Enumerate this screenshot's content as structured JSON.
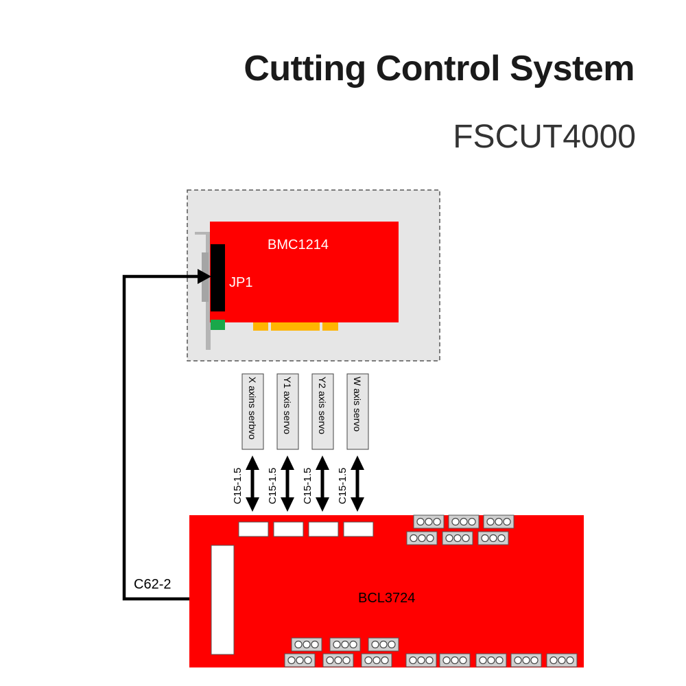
{
  "header": {
    "title": "Cutting Control System",
    "subtitle": "FSCUT4000"
  },
  "pc_card": {
    "name": "BMC1214",
    "connector": "JP1"
  },
  "main_board": {
    "name": "BCL3724"
  },
  "main_cable": {
    "label": "C62-2"
  },
  "servos": [
    {
      "label": "X axins serbvo",
      "cable": "C15-1.5"
    },
    {
      "label": "Y1 axis servo",
      "cable": "C15-1.5"
    },
    {
      "label": "Y2 axis servo",
      "cable": "C15-1.5"
    },
    {
      "label": "W axis servo",
      "cable": "C15-1.5"
    }
  ],
  "colors": {
    "board_red": "#ff0000",
    "pc_background": "#e6e6e6",
    "gold_fingers": "#ffb400",
    "green_led": "#1aa84a",
    "terminal_gray": "#cfcfcf"
  }
}
